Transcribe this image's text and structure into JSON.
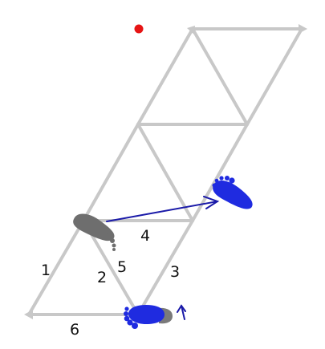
{
  "colors": {
    "grid": "#c8c8c8",
    "grey_foot": "#6e6e6e",
    "blue_foot": "#1f2be0",
    "arrow": "#1a1aa8",
    "dot": "#e61414",
    "label": "#111111"
  },
  "edge_labels": {
    "e1": "1",
    "e2": "2",
    "e3": "3",
    "e4": "4",
    "e5": "5",
    "e6": "6"
  },
  "icons": {
    "grey_foot": "footprint-icon",
    "blue_foot_upper": "footprint-icon",
    "blue_foot_lower": "footprint-icon",
    "small_arrow": "arrow-up-icon",
    "move_arrow": "arrow-right-icon",
    "marker": "red-dot-icon"
  }
}
